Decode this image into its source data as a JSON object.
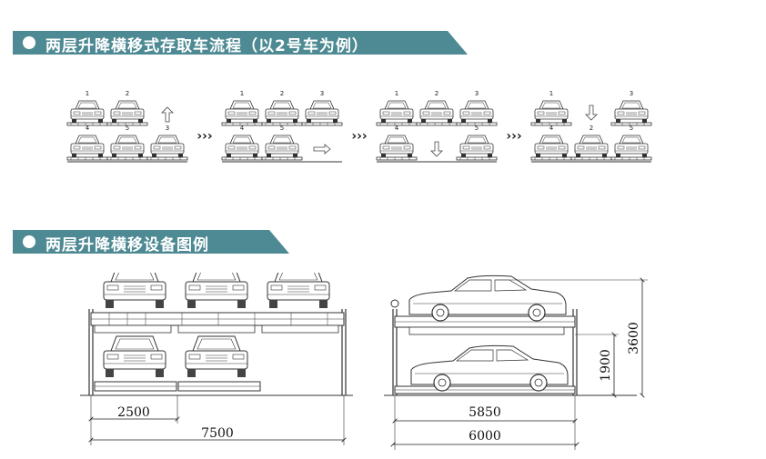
{
  "section1": {
    "title": "两层升降横移式存取车流程（以2号车为例）",
    "separator": "›››",
    "steps": [
      {
        "top": [
          "1",
          "2",
          ""
        ],
        "bottom": [
          "4",
          "5",
          "3"
        ],
        "arrow": "up"
      },
      {
        "top": [
          "1",
          "2",
          "3"
        ],
        "bottom": [
          "4",
          "5",
          ""
        ],
        "arrow": "right"
      },
      {
        "top": [
          "1",
          "2",
          "3"
        ],
        "bottom": [
          "4",
          "",
          "5"
        ],
        "arrow": "down"
      },
      {
        "top": [
          "1",
          "",
          "3"
        ],
        "bottom": [
          "4",
          "2",
          "5"
        ],
        "arrow": "down"
      }
    ]
  },
  "section2": {
    "title": "两层升降横移设备图例",
    "front": {
      "dim_bay": "2500",
      "dim_total": "7500"
    },
    "side": {
      "dim_inner": "5850",
      "dim_outer": "6000",
      "dim_lower": "1900",
      "dim_height": "3600"
    }
  },
  "colors": {
    "accent": "#4e8a93",
    "line": "#333333"
  }
}
